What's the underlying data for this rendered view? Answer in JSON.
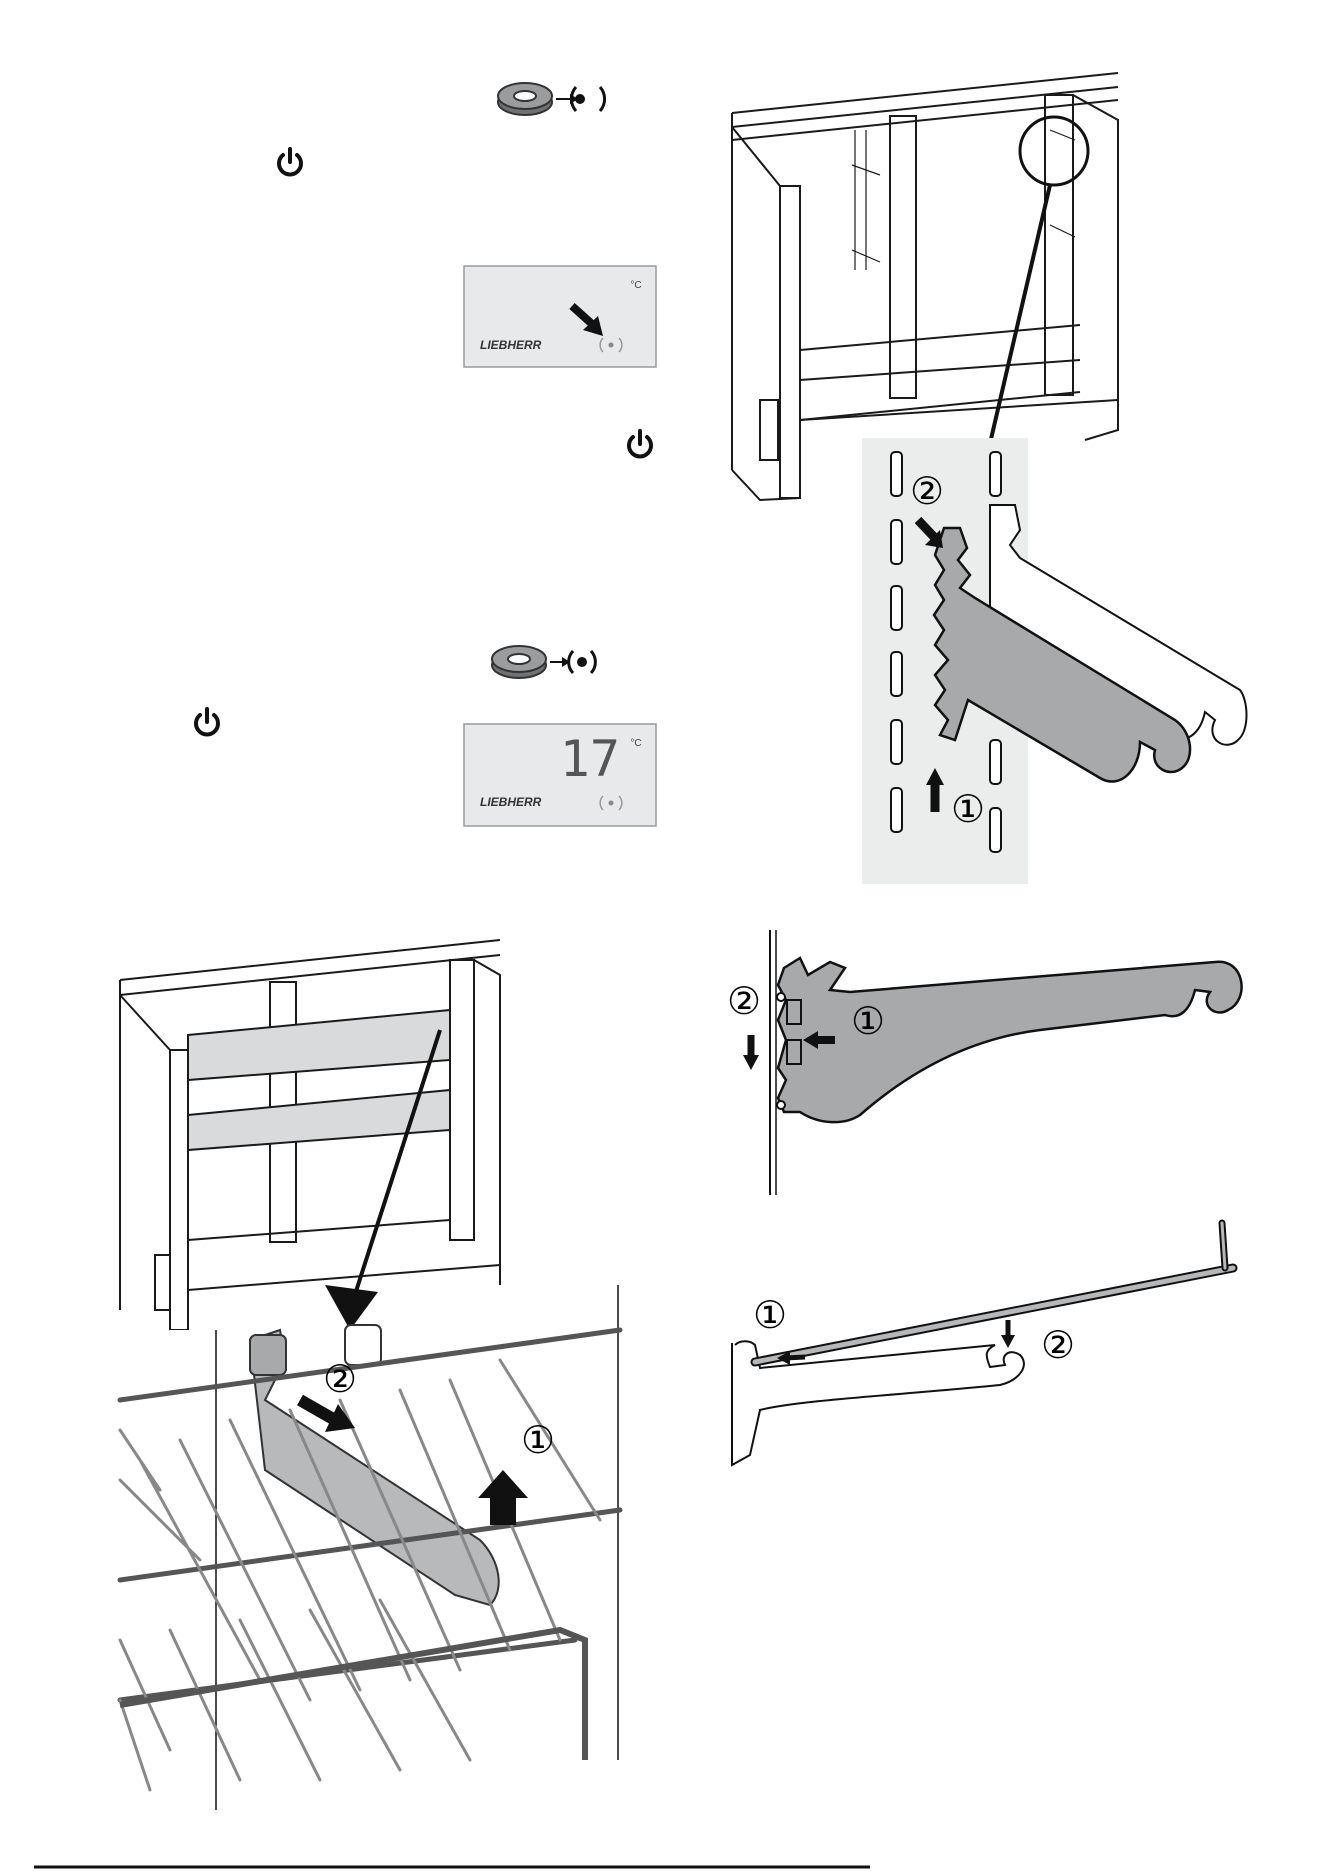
{
  "display_top": {
    "unit": "°C",
    "brand": "LIEBHERR"
  },
  "display_bottom": {
    "temperature": "17",
    "unit": "°C",
    "brand": "LIEBHERR"
  },
  "step_markers": {
    "one": "①",
    "two": "②"
  },
  "icons": [
    "magnet-ring-icon",
    "sensor-icon",
    "power-icon",
    "arrow-icon"
  ],
  "colors": {
    "line": "#1a1a1a",
    "panel_grey": "#e8e9ea",
    "bracket_grey": "#a7a9ab",
    "arrow": "#111111"
  }
}
